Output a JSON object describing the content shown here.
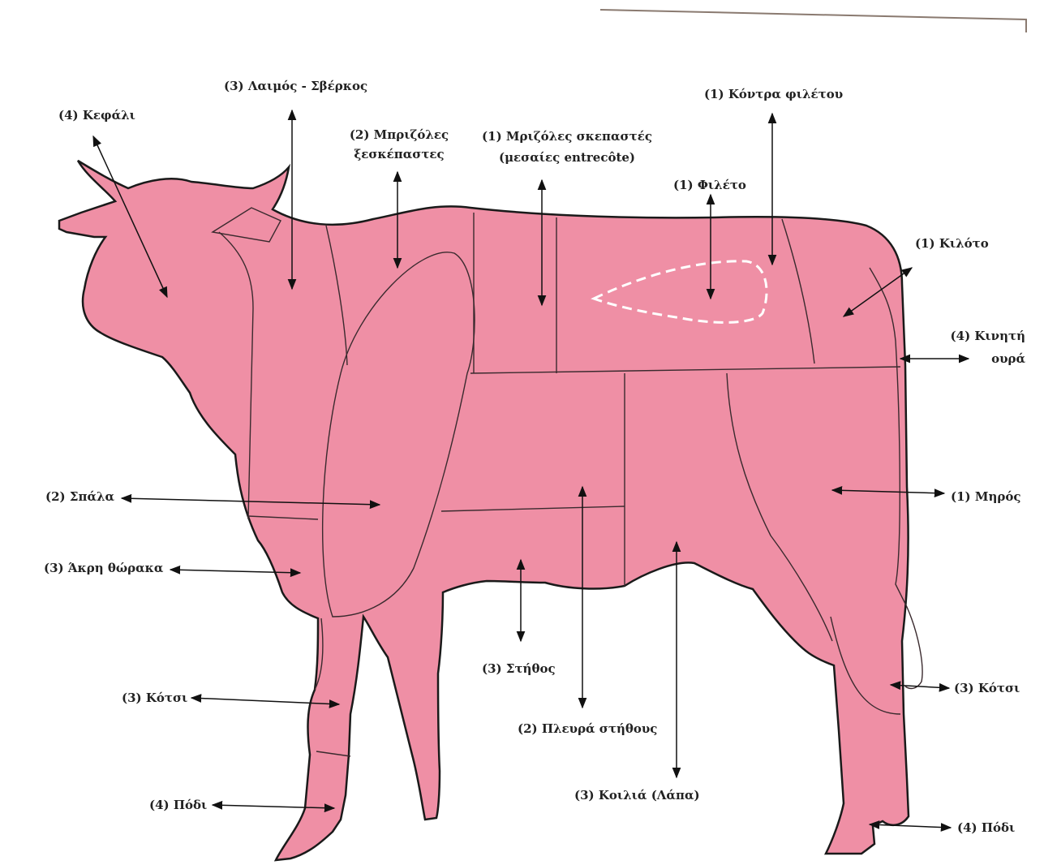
{
  "colors": {
    "body": "#ef8fa5",
    "outline": "#1a1a1a",
    "cut_line": "#3a2a2e",
    "arrow": "#111111",
    "text": "#222222",
    "fillet_dash": "#ffffff"
  },
  "labels": {
    "head": "(4) Κεφάλι",
    "neck": "(3) Λαιμός - Σβέρκος",
    "ribs_uncovered_1": "(2) Μπριζόλες",
    "ribs_uncovered_2": "ξεσκέπαστες",
    "ribs_covered_1": "(1) Μριζόλες σκεπαστές",
    "ribs_covered_2": "(μεσαίες entrecôte)",
    "sirloin": "(1) Κόντρα φιλέτου",
    "fillet": "(1) Φιλέτο",
    "rump": "(1) Κιλότο",
    "tail_1": "(4) Κινητή",
    "tail_2": "ουρά",
    "shoulder": "(2) Σπάλα",
    "thigh": "(1) Μηρός",
    "brisket_end": "(3) Άκρη θώρακα",
    "shank_front": "(3) Κότσι",
    "shank_rear": "(3) Κότσι",
    "chest": "(3) Στήθος",
    "flank_rib": "(2) Πλευρά στήθους",
    "belly": "(3) Κοιλιά  (Λάπα)",
    "foot_front": "(4) Πόδι",
    "foot_rear": "(4) Πόδι"
  }
}
